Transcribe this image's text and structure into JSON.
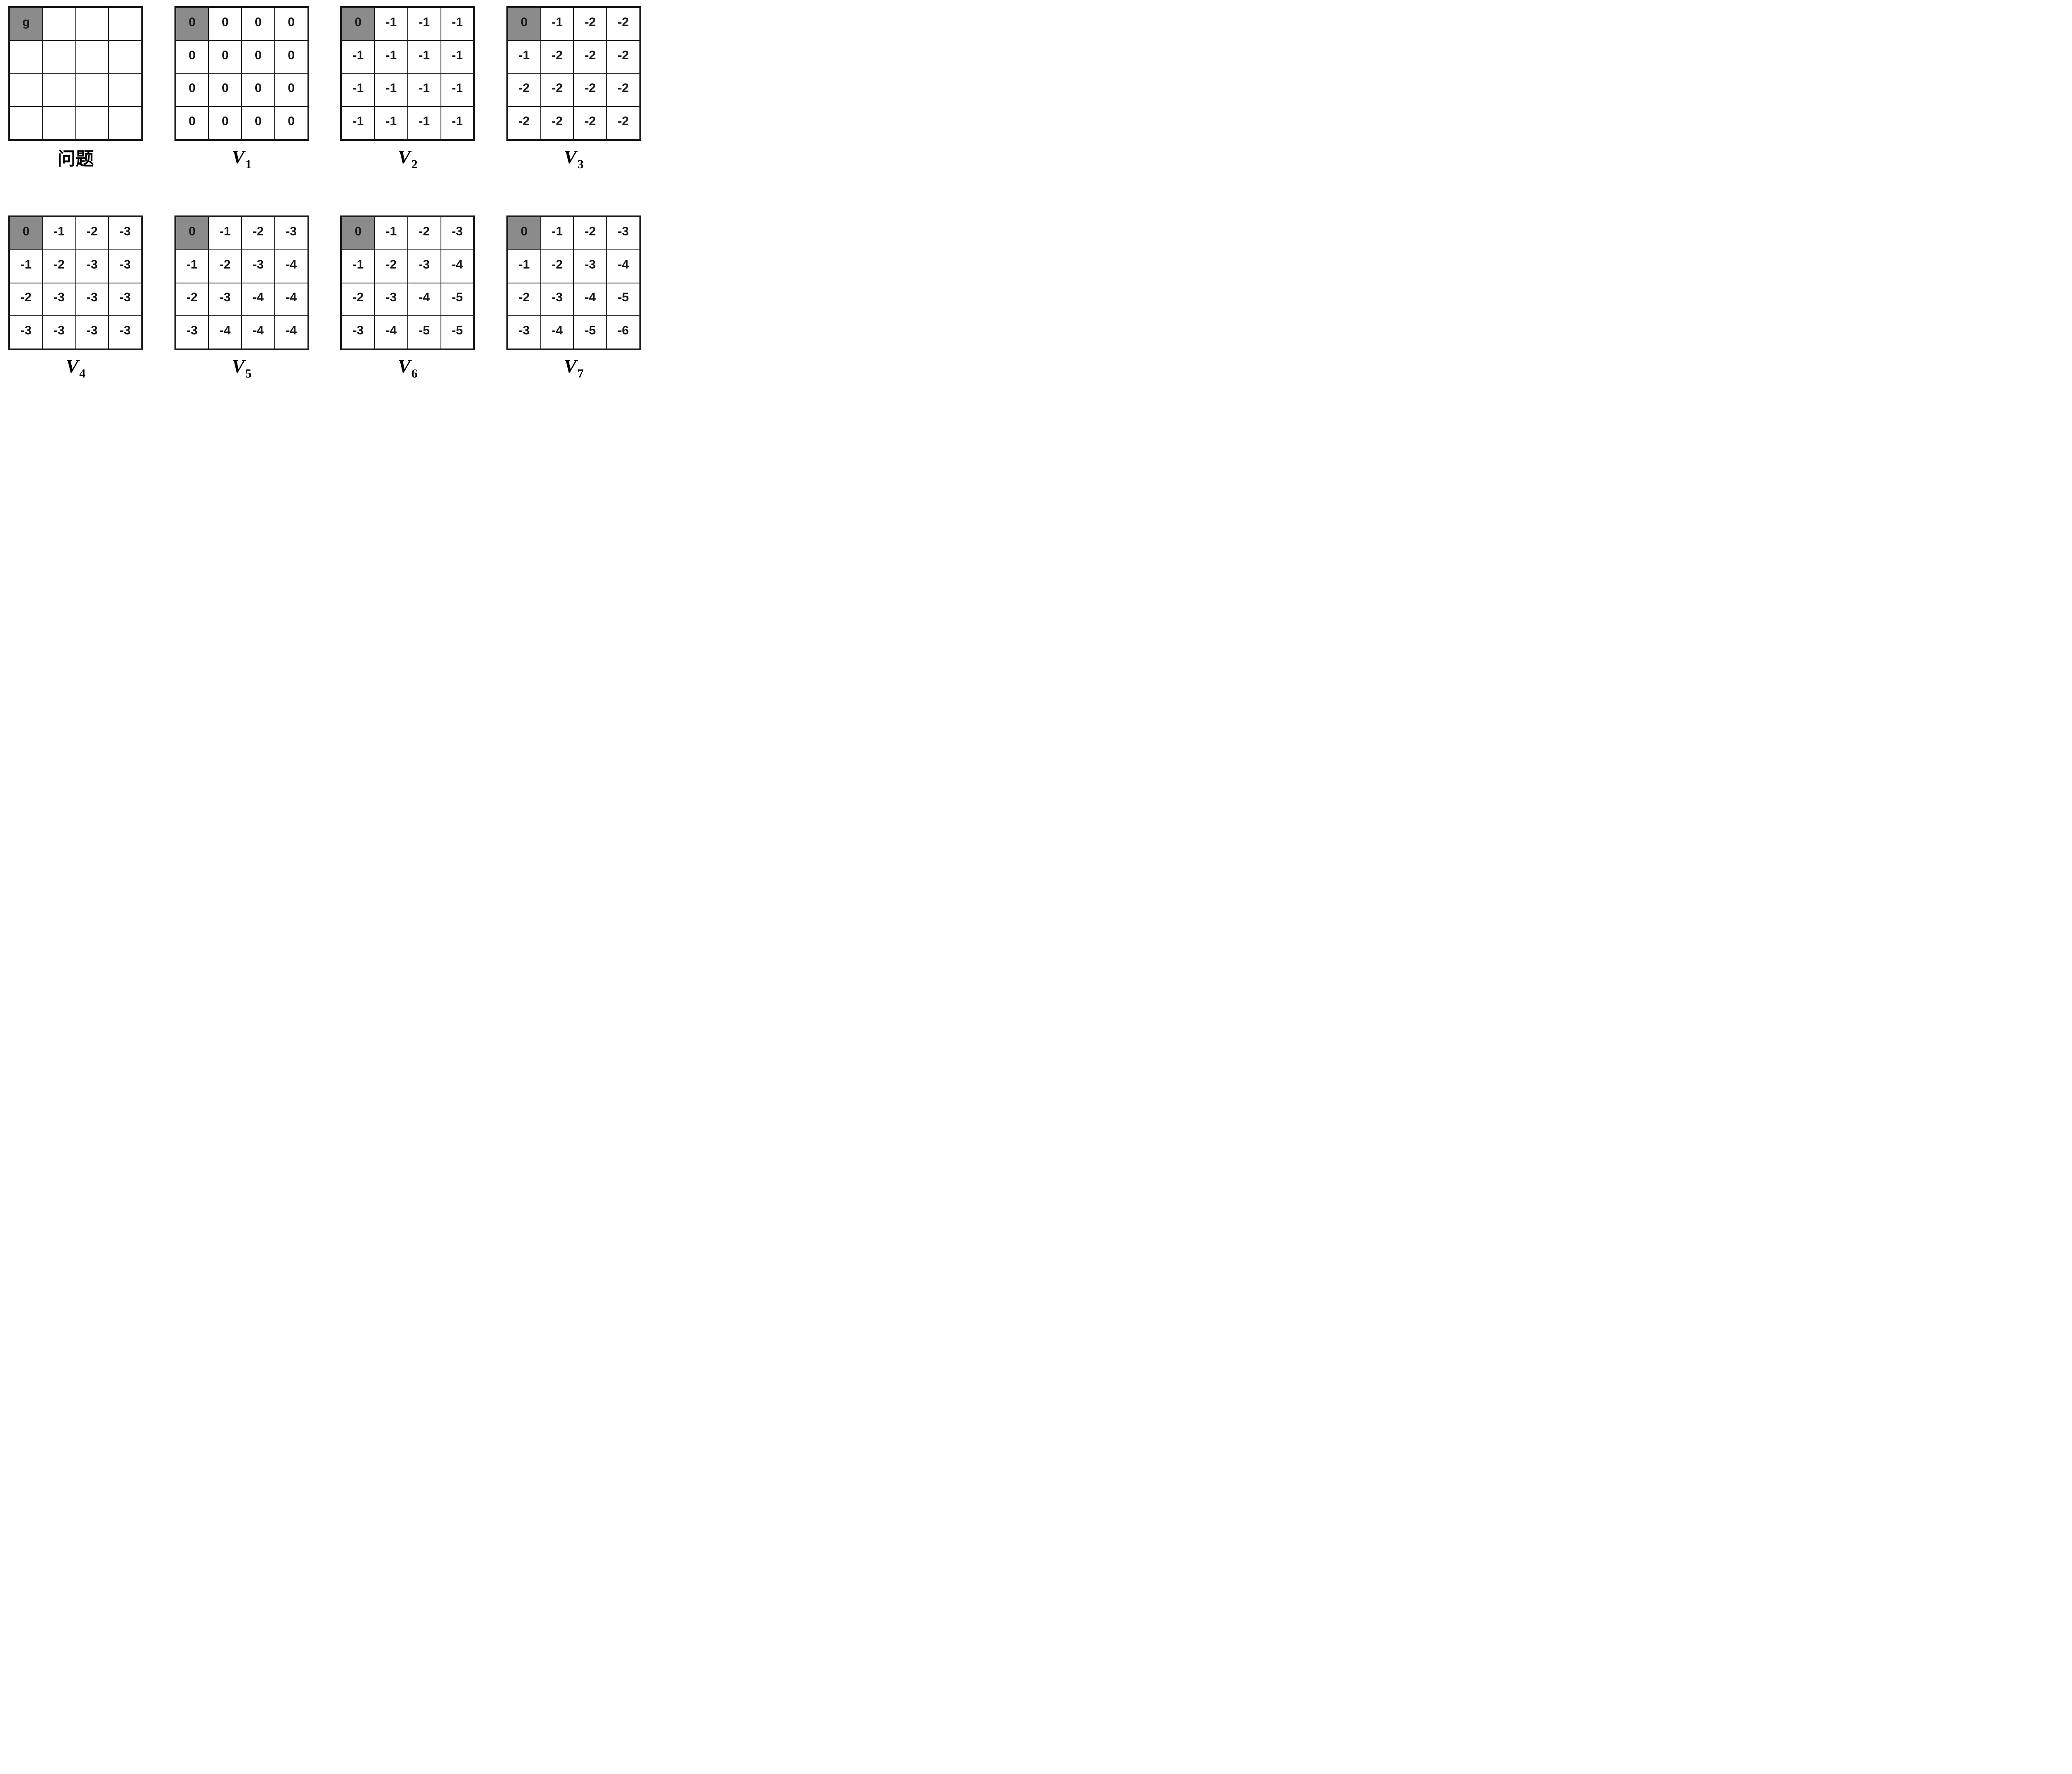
{
  "figure": {
    "colors": {
      "background": "#ffffff",
      "grid_line": "#1b1b1b",
      "cell_text": "#1a1a1a",
      "goal_cell_bg": "#8b8b8b"
    },
    "panels": [
      {
        "id": "problem",
        "label": "问题",
        "label_style": "cjk",
        "highlight": {
          "row": 0,
          "col": 0
        },
        "cells": [
          [
            "g",
            "",
            "",
            ""
          ],
          [
            "",
            "",
            "",
            ""
          ],
          [
            "",
            "",
            "",
            ""
          ],
          [
            "",
            "",
            "",
            ""
          ]
        ]
      },
      {
        "id": "v1",
        "label_base": "V",
        "label_sub": "1",
        "label_style": "math",
        "highlight": {
          "row": 0,
          "col": 0
        },
        "cells": [
          [
            "0",
            "0",
            "0",
            "0"
          ],
          [
            "0",
            "0",
            "0",
            "0"
          ],
          [
            "0",
            "0",
            "0",
            "0"
          ],
          [
            "0",
            "0",
            "0",
            "0"
          ]
        ]
      },
      {
        "id": "v2",
        "label_base": "V",
        "label_sub": "2",
        "label_style": "math",
        "highlight": {
          "row": 0,
          "col": 0
        },
        "cells": [
          [
            "0",
            "-1",
            "-1",
            "-1"
          ],
          [
            "-1",
            "-1",
            "-1",
            "-1"
          ],
          [
            "-1",
            "-1",
            "-1",
            "-1"
          ],
          [
            "-1",
            "-1",
            "-1",
            "-1"
          ]
        ]
      },
      {
        "id": "v3",
        "label_base": "V",
        "label_sub": "3",
        "label_style": "math",
        "highlight": {
          "row": 0,
          "col": 0
        },
        "cells": [
          [
            "0",
            "-1",
            "-2",
            "-2"
          ],
          [
            "-1",
            "-2",
            "-2",
            "-2"
          ],
          [
            "-2",
            "-2",
            "-2",
            "-2"
          ],
          [
            "-2",
            "-2",
            "-2",
            "-2"
          ]
        ]
      },
      {
        "id": "v4",
        "label_base": "V",
        "label_sub": "4",
        "label_style": "math",
        "highlight": {
          "row": 0,
          "col": 0
        },
        "cells": [
          [
            "0",
            "-1",
            "-2",
            "-3"
          ],
          [
            "-1",
            "-2",
            "-3",
            "-3"
          ],
          [
            "-2",
            "-3",
            "-3",
            "-3"
          ],
          [
            "-3",
            "-3",
            "-3",
            "-3"
          ]
        ]
      },
      {
        "id": "v5",
        "label_base": "V",
        "label_sub": "5",
        "label_style": "math",
        "highlight": {
          "row": 0,
          "col": 0
        },
        "cells": [
          [
            "0",
            "-1",
            "-2",
            "-3"
          ],
          [
            "-1",
            "-2",
            "-3",
            "-4"
          ],
          [
            "-2",
            "-3",
            "-4",
            "-4"
          ],
          [
            "-3",
            "-4",
            "-4",
            "-4"
          ]
        ]
      },
      {
        "id": "v6",
        "label_base": "V",
        "label_sub": "6",
        "label_style": "math",
        "highlight": {
          "row": 0,
          "col": 0
        },
        "cells": [
          [
            "0",
            "-1",
            "-2",
            "-3"
          ],
          [
            "-1",
            "-2",
            "-3",
            "-4"
          ],
          [
            "-2",
            "-3",
            "-4",
            "-5"
          ],
          [
            "-3",
            "-4",
            "-5",
            "-5"
          ]
        ]
      },
      {
        "id": "v7",
        "label_base": "V",
        "label_sub": "7",
        "label_style": "math",
        "highlight": {
          "row": 0,
          "col": 0
        },
        "cells": [
          [
            "0",
            "-1",
            "-2",
            "-3"
          ],
          [
            "-1",
            "-2",
            "-3",
            "-4"
          ],
          [
            "-2",
            "-3",
            "-4",
            "-5"
          ],
          [
            "-3",
            "-4",
            "-5",
            "-6"
          ]
        ]
      }
    ]
  }
}
